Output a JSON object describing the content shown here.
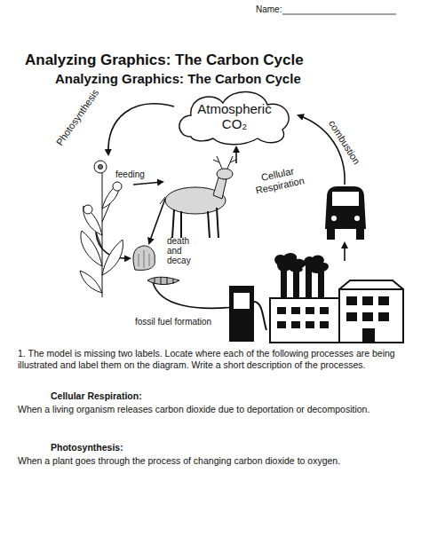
{
  "diagram": {
    "title": "Analyzing Graphics: The Carbon Cycle",
    "nodes": [
      {
        "text": [
          "Atmospheric CO₂"
        ]
      }
    ],
    "labels": [
      "Name:",
      "Analyzing Graphics: The Carbon Cycle",
      "Photosynthesis",
      "combustion",
      "feeding",
      "Cellular Respiration",
      "death and decay",
      "fossil fuel formation",
      "1. The model is missing two labels. Locate where each of the following processes are being illustrated and label them on the diagram. Write a short description of the processes.",
      "Cellular Respiration:",
      "When a living organism releases carbon dioxide due to deportation or decomposition.",
      "Photosynthesis:",
      "When a plant goes through the process of changing carbon dioxide to oxygen."
    ]
  }
}
